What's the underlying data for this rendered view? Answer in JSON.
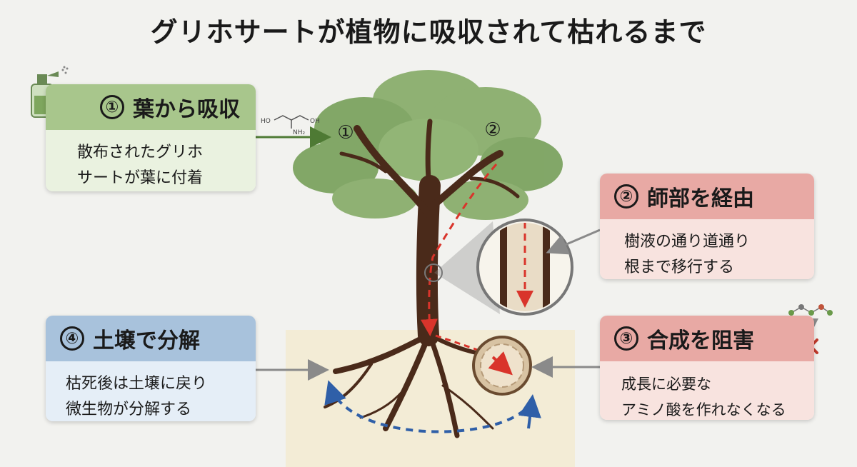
{
  "title": "グリホサートが植物に吸収されて枯れるまで",
  "steps": [
    {
      "num": "①",
      "heading": "葉から吸収",
      "lines": [
        "散布されたグリホ",
        "サートが葉に付着"
      ],
      "icon": "spray-bottle-icon"
    },
    {
      "num": "②",
      "heading": "師部を経由",
      "lines": [
        "樹液の通り道通り",
        "根まで移行する"
      ],
      "icon": ""
    },
    {
      "num": "③",
      "heading": "合成を阻害",
      "lines": [
        "成長に必要な",
        "アミノ酸を作れなくなる"
      ],
      "icon": "blocked-molecule-icon"
    },
    {
      "num": "④",
      "heading": "土壌で分解",
      "lines": [
        "枯死後は土壌に戻り",
        "微生物が分解する"
      ],
      "icon": "microbe-icon"
    }
  ],
  "tree_labels": [
    "①",
    "②"
  ],
  "molecule_labels": [
    "HO",
    "OH",
    "NH₂"
  ],
  "colors": {
    "green_head": "#a8c68c",
    "green_body": "#eaf2e0",
    "red_head": "#e8a9a4",
    "red_body": "#f8e3df",
    "blue_head": "#a8c2dc",
    "blue_body": "#e5eef7",
    "trunk": "#4a2a1a",
    "foliage": "#6f9a50",
    "flow": "#d9342b",
    "cycle": "#2f5fa8"
  }
}
